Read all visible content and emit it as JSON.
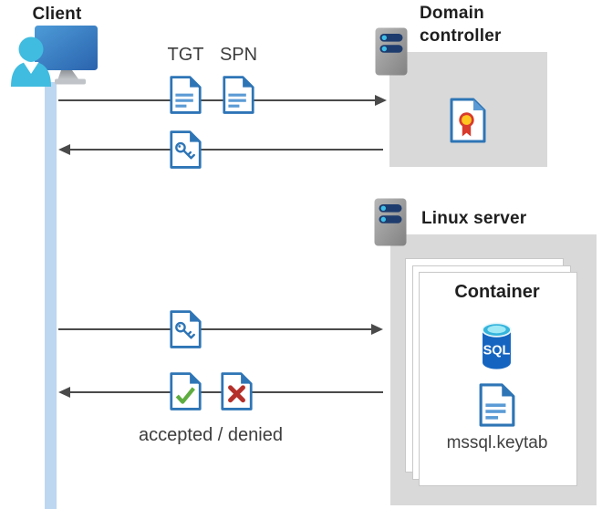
{
  "client": {
    "label": "Client"
  },
  "domain_controller": {
    "label_line1": "Domain",
    "label_line2": "controller"
  },
  "linux_server": {
    "label": "Linux server"
  },
  "container": {
    "label": "Container",
    "sql_text": "SQL",
    "keytab_label": "mssql.keytab"
  },
  "flow": {
    "tgt_label": "TGT",
    "spn_label": "SPN",
    "accepted_denied_label": "accepted / denied"
  },
  "colors": {
    "box_gray": "#d9d9d9",
    "doc_border_blue": "#2e75b6",
    "doc_line_blue": "#5b9bd5",
    "arrow_gray": "#4a4a4a",
    "lifeline_blue": "#bdd7f0",
    "check_green": "#5fad41",
    "deny_red": "#b5302a",
    "cert_seal_yellow": "#ffc51f",
    "cert_seal_red": "#d93a2b",
    "server_bar_navy": "#1e3c6e",
    "server_dot_cyan": "#3fbee8",
    "sql_body_blue": "#1565c0",
    "person_cyan": "#40bce0"
  }
}
